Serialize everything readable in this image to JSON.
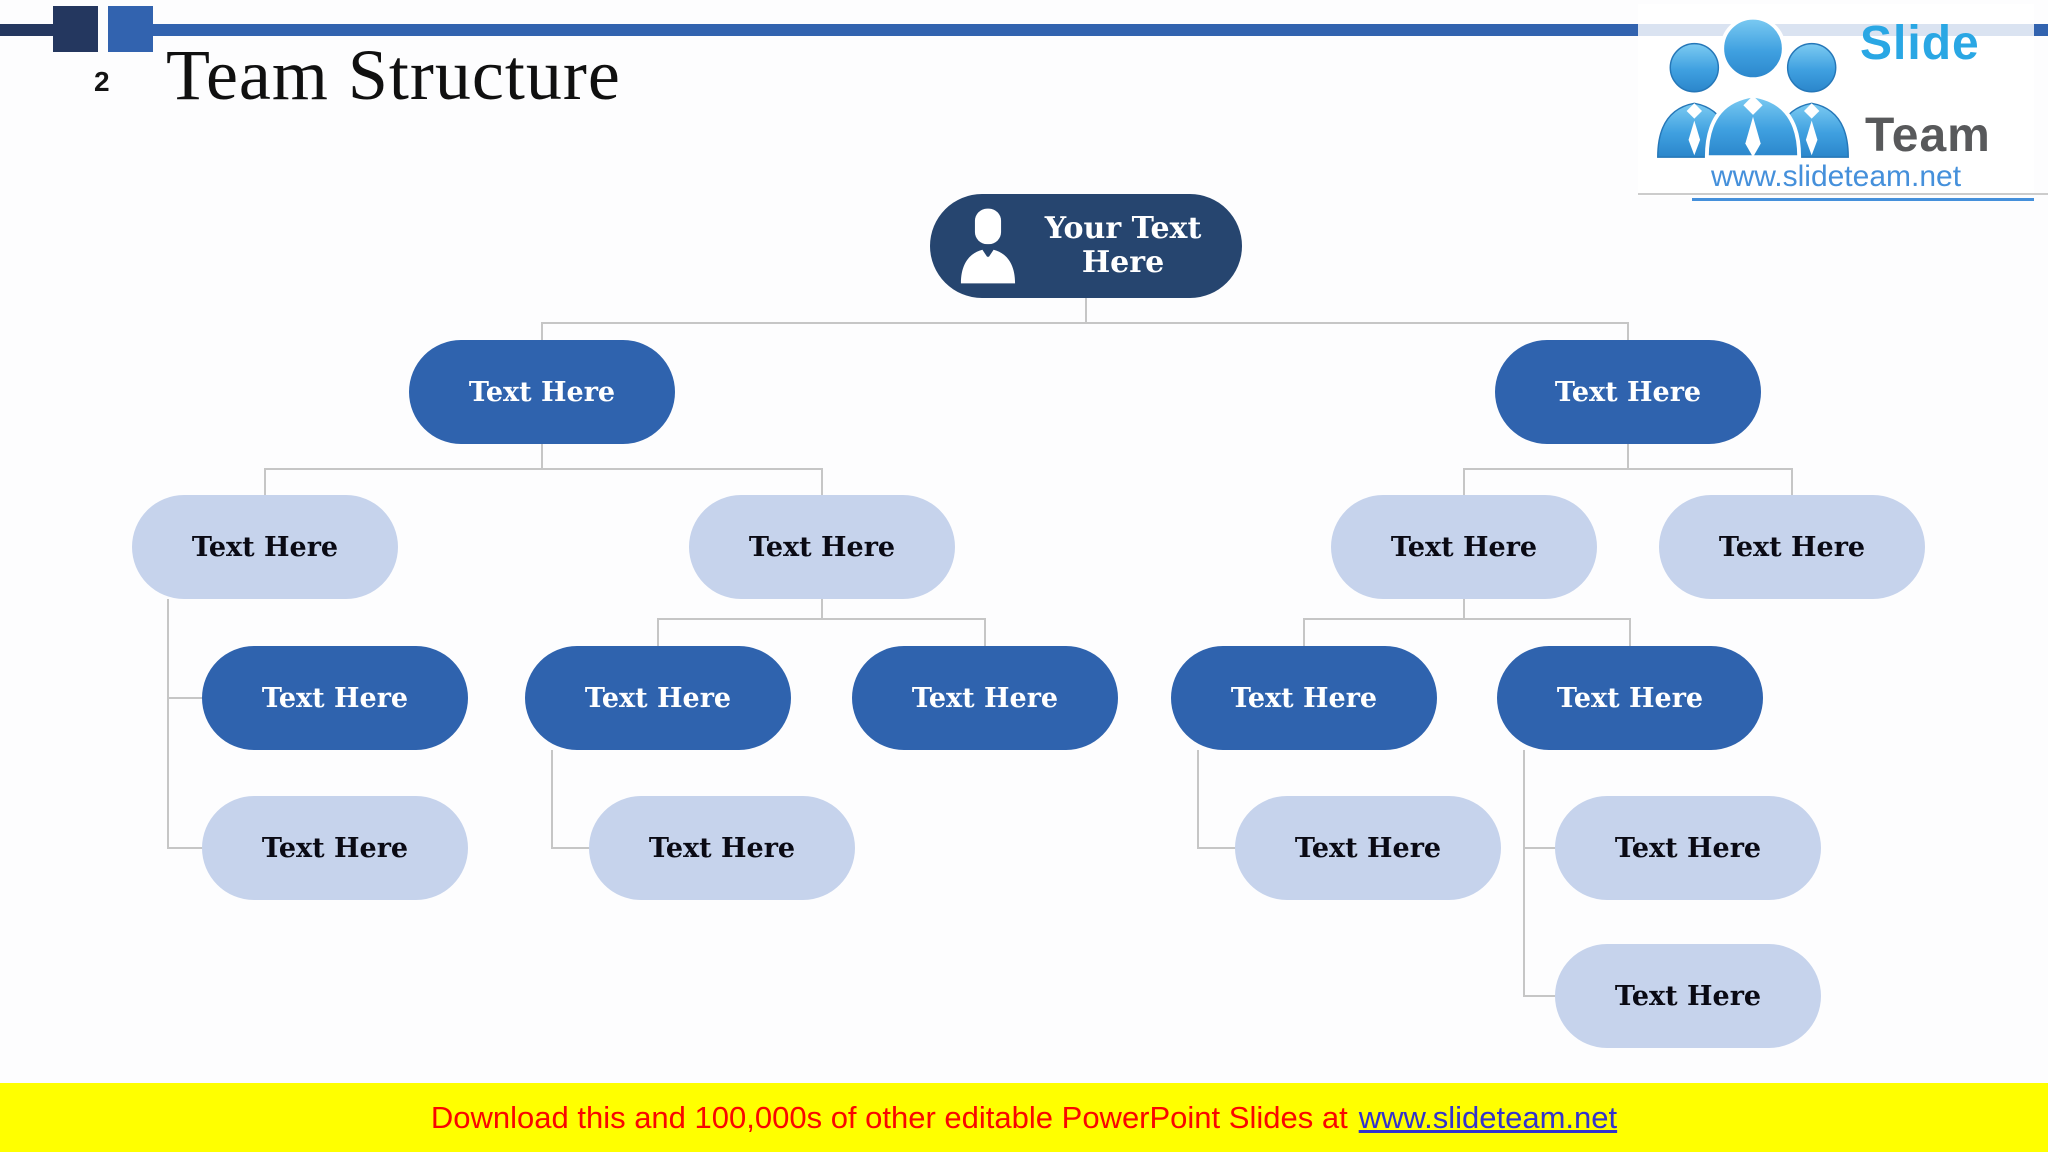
{
  "slide": {
    "number": "2",
    "title": "Team Structure"
  },
  "logo": {
    "brand_top": "Slide",
    "brand_bottom": "Team",
    "url": "www.slideteam.net"
  },
  "chart": {
    "type": "org-tree",
    "nodes": [
      {
        "id": "root",
        "level": 1,
        "variant": "dark",
        "parent": null,
        "label": "Your Text Here"
      },
      {
        "id": "branch-left",
        "level": 2,
        "variant": "blue",
        "parent": "root",
        "label": "Text Here"
      },
      {
        "id": "branch-right",
        "level": 2,
        "variant": "blue",
        "parent": "root",
        "label": "Text Here"
      },
      {
        "id": "left-group-1",
        "level": 3,
        "variant": "light",
        "parent": "branch-left",
        "label": "Text Here"
      },
      {
        "id": "left-group-2",
        "level": 3,
        "variant": "light",
        "parent": "branch-left",
        "label": "Text Here"
      },
      {
        "id": "right-group-1",
        "level": 3,
        "variant": "light",
        "parent": "branch-right",
        "label": "Text Here"
      },
      {
        "id": "right-group-2",
        "level": 3,
        "variant": "light",
        "parent": "branch-right",
        "label": "Text Here"
      },
      {
        "id": "sub-1",
        "level": 4,
        "variant": "blue",
        "parent": "left-group-1",
        "label": "Text Here"
      },
      {
        "id": "sub-2",
        "level": 4,
        "variant": "blue",
        "parent": "left-group-2",
        "label": "Text Here"
      },
      {
        "id": "sub-3",
        "level": 4,
        "variant": "blue",
        "parent": "left-group-2",
        "label": "Text Here"
      },
      {
        "id": "sub-4",
        "level": 4,
        "variant": "blue",
        "parent": "right-group-1",
        "label": "Text Here"
      },
      {
        "id": "sub-5",
        "level": 4,
        "variant": "blue",
        "parent": "right-group-1",
        "label": "Text Here"
      },
      {
        "id": "leaf-1",
        "level": 5,
        "variant": "light",
        "parent": "left-group-1",
        "label": "Text Here"
      },
      {
        "id": "leaf-2",
        "level": 5,
        "variant": "light",
        "parent": "sub-2",
        "label": "Text Here"
      },
      {
        "id": "leaf-3",
        "level": 5,
        "variant": "light",
        "parent": "sub-4",
        "label": "Text Here"
      },
      {
        "id": "leaf-4",
        "level": 5,
        "variant": "light",
        "parent": "sub-5",
        "label": "Text Here"
      },
      {
        "id": "leaf-5",
        "level": 5,
        "variant": "light",
        "parent": "sub-5",
        "label": "Text Here"
      }
    ]
  },
  "banner": {
    "text": "Download this and 100,000s of other editable PowerPoint Slides at",
    "link": "www.slideteam.net"
  },
  "colors": {
    "accent_dark_navy": "#26456F",
    "accent_blue": "#2F63AE",
    "accent_light_blue": "#C6D3EC",
    "header_navy": "#24375F",
    "header_blue": "#3263AF",
    "connector_gray": "#C6C6C6",
    "banner_yellow": "#FFFF00",
    "banner_red": "#F90600",
    "banner_link_blue": "#3333CC",
    "logo_slide_blue": "#2AA7E4",
    "logo_team_gray": "#58595B",
    "logo_url_blue": "#4590DB"
  }
}
